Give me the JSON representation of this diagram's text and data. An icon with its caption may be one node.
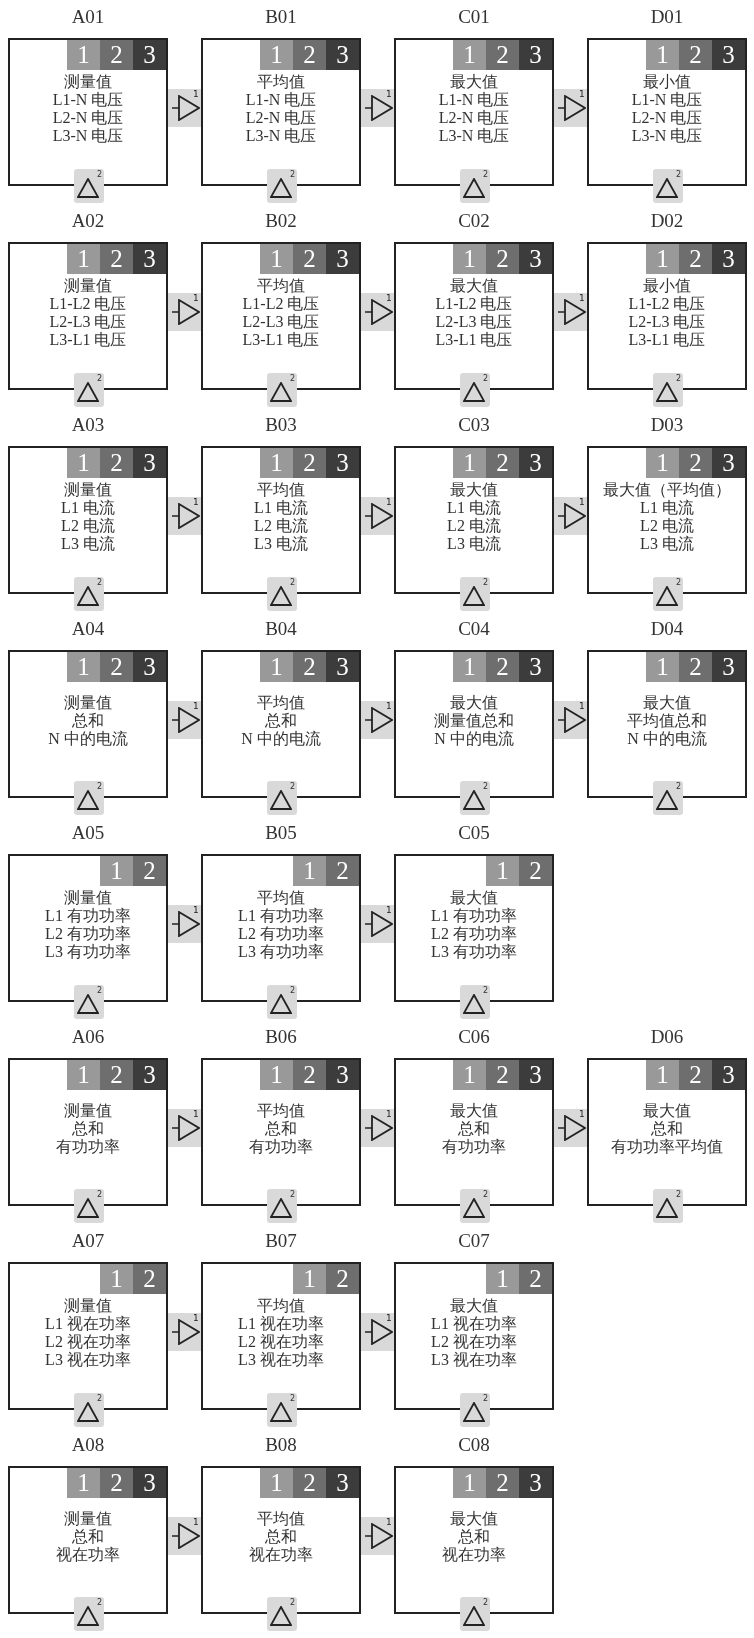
{
  "diagram": {
    "nodes": [
      {
        "text": [
          "测量值",
          "L1-N 电压",
          "L2-N 电压",
          "L3-N 电压"
        ],
        "beside": [
          "A01"
        ]
      },
      {
        "text": [
          "1"
        ],
        "in": 0
      },
      {
        "text": [
          "2"
        ],
        "in": 0
      },
      {
        "text": [
          "3"
        ],
        "in": 0
      },
      {
        "text": [
          "2"
        ]
      },
      {
        "text": [
          "平均值",
          "L1-N 电压",
          "L2-N 电压",
          "L3-N 电压"
        ],
        "beside": [
          "B01"
        ]
      },
      {
        "text": [
          "1"
        ],
        "in": 5
      },
      {
        "text": [
          "2"
        ],
        "in": 5
      },
      {
        "text": [
          "3"
        ],
        "in": 5
      },
      {
        "text": [
          "2"
        ]
      },
      {
        "text": [
          "最大值",
          "L1-N 电压",
          "L2-N 电压",
          "L3-N 电压"
        ],
        "beside": [
          "C01"
        ]
      },
      {
        "text": [
          "1"
        ],
        "in": 10
      },
      {
        "text": [
          "2"
        ],
        "in": 10
      },
      {
        "text": [
          "3"
        ],
        "in": 10
      },
      {
        "text": [
          "2"
        ]
      },
      {
        "text": [
          "最小值",
          "L1-N 电压",
          "L2-N 电压",
          "L3-N 电压"
        ],
        "beside": [
          "D01"
        ]
      },
      {
        "text": [
          "1"
        ],
        "in": 15
      },
      {
        "text": [
          "2"
        ],
        "in": 15
      },
      {
        "text": [
          "3"
        ],
        "in": 15
      },
      {
        "text": [
          "2"
        ]
      },
      {
        "text": [
          "测量值",
          "L1-L2 电压",
          "L2-L3 电压",
          "L3-L1 电压"
        ],
        "beside": [
          "A02"
        ]
      },
      {
        "text": [
          "1"
        ],
        "in": 20
      },
      {
        "text": [
          "2"
        ],
        "in": 20
      },
      {
        "text": [
          "3"
        ],
        "in": 20
      },
      {
        "text": [
          "2"
        ]
      },
      {
        "text": [
          "平均值",
          "L1-L2 电压",
          "L2-L3 电压",
          "L3-L1 电压"
        ],
        "beside": [
          "B02"
        ]
      },
      {
        "text": [
          "1"
        ],
        "in": 25
      },
      {
        "text": [
          "2"
        ],
        "in": 25
      },
      {
        "text": [
          "3"
        ],
        "in": 25
      },
      {
        "text": [
          "2"
        ]
      },
      {
        "text": [
          "最大值",
          "L1-L2 电压",
          "L2-L3 电压",
          "L3-L1 电压"
        ],
        "beside": [
          "C02"
        ]
      },
      {
        "text": [
          "1"
        ],
        "in": 30
      },
      {
        "text": [
          "2"
        ],
        "in": 30
      },
      {
        "text": [
          "3"
        ],
        "in": 30
      },
      {
        "text": [
          "2"
        ]
      },
      {
        "text": [
          "最小值",
          "L1-L2 电压",
          "L2-L3 电压",
          "L3-L1 电压"
        ],
        "beside": [
          "D02"
        ]
      },
      {
        "text": [
          "1"
        ],
        "in": 35
      },
      {
        "text": [
          "2"
        ],
        "in": 35
      },
      {
        "text": [
          "3"
        ],
        "in": 35
      },
      {
        "text": [
          "2"
        ]
      },
      {
        "text": [
          "测量值",
          "L1 电流",
          "L2 电流",
          "L3 电流"
        ],
        "beside": [
          "A03"
        ]
      },
      {
        "text": [
          "1"
        ],
        "in": 40
      },
      {
        "text": [
          "2"
        ],
        "in": 40
      },
      {
        "text": [
          "3"
        ],
        "in": 40
      },
      {
        "text": [
          "2"
        ]
      },
      {
        "text": [
          "平均值",
          "L1 电流",
          "L2 电流",
          "L3 电流"
        ],
        "beside": [
          "B03"
        ]
      },
      {
        "text": [
          "1"
        ],
        "in": 45
      },
      {
        "text": [
          "2"
        ],
        "in": 45
      },
      {
        "text": [
          "3"
        ],
        "in": 45
      },
      {
        "text": [
          "2"
        ]
      },
      {
        "text": [
          "最大值",
          "L1 电流",
          "L2 电流",
          "L3 电流"
        ],
        "beside": [
          "C03"
        ]
      },
      {
        "text": [
          "1"
        ],
        "in": 50
      },
      {
        "text": [
          "2"
        ],
        "in": 50
      },
      {
        "text": [
          "3"
        ],
        "in": 50
      },
      {
        "text": [
          "2"
        ]
      },
      {
        "text": [
          "最大值（平均值）",
          "L1 电流",
          "L2 电流",
          "L3 电流"
        ],
        "beside": [
          "D03"
        ]
      },
      {
        "text": [
          "1"
        ],
        "in": 55
      },
      {
        "text": [
          "2"
        ],
        "in": 55
      },
      {
        "text": [
          "3"
        ],
        "in": 55
      },
      {
        "text": [
          "2"
        ]
      },
      {
        "text": [
          "测量值",
          "总和",
          "N 中的电流"
        ],
        "beside": [
          "A04"
        ]
      },
      {
        "text": [
          "1"
        ],
        "in": 60
      },
      {
        "text": [
          "2"
        ],
        "in": 60
      },
      {
        "text": [
          "3"
        ],
        "in": 60
      },
      {
        "text": [
          "2"
        ]
      },
      {
        "text": [
          "平均值",
          "总和",
          "N 中的电流"
        ],
        "beside": [
          "B04"
        ]
      },
      {
        "text": [
          "1"
        ],
        "in": 65
      },
      {
        "text": [
          "2"
        ],
        "in": 65
      },
      {
        "text": [
          "3"
        ],
        "in": 65
      },
      {
        "text": [
          "2"
        ]
      },
      {
        "text": [
          "最大值",
          "测量值总和",
          "N 中的电流"
        ],
        "beside": [
          "C04"
        ]
      },
      {
        "text": [
          "1"
        ],
        "in": 70
      },
      {
        "text": [
          "2"
        ],
        "in": 70
      },
      {
        "text": [
          "3"
        ],
        "in": 70
      },
      {
        "text": [
          "2"
        ]
      },
      {
        "text": [
          "最大值",
          "平均值总和",
          "N 中的电流"
        ],
        "beside": [
          "D04"
        ]
      },
      {
        "text": [
          "1"
        ],
        "in": 75
      },
      {
        "text": [
          "2"
        ],
        "in": 75
      },
      {
        "text": [
          "3"
        ],
        "in": 75
      },
      {
        "text": [
          "2"
        ]
      },
      {
        "text": [
          "测量值",
          "L1 有功功率",
          "L2 有功功率",
          "L3 有功功率"
        ],
        "beside": [
          "A05"
        ]
      },
      {
        "text": [
          "1"
        ],
        "in": 80
      },
      {
        "text": [
          "2"
        ],
        "in": 80
      },
      {
        "text": [
          "2"
        ]
      },
      {
        "text": [
          "平均值",
          "L1 有功功率",
          "L2 有功功率",
          "L3 有功功率"
        ],
        "beside": [
          "B05"
        ]
      },
      {
        "text": [
          "1"
        ],
        "in": 84
      },
      {
        "text": [
          "2"
        ],
        "in": 84
      },
      {
        "text": [
          "2"
        ]
      },
      {
        "text": [
          "最大值",
          "L1 有功功率",
          "L2 有功功率",
          "L3 有功功率"
        ],
        "beside": [
          "C05"
        ]
      },
      {
        "text": [
          "1"
        ],
        "in": 88
      },
      {
        "text": [
          "2"
        ],
        "in": 88
      },
      {
        "text": [
          "2"
        ]
      },
      {
        "text": [
          "测量值",
          "总和",
          "有功功率"
        ],
        "beside": [
          "A06"
        ]
      },
      {
        "text": [
          "1"
        ],
        "in": 92
      },
      {
        "text": [
          "2"
        ],
        "in": 92
      },
      {
        "text": [
          "3"
        ],
        "in": 92
      },
      {
        "text": [
          "2"
        ]
      },
      {
        "text": [
          "平均值",
          "总和",
          "有功功率"
        ],
        "beside": [
          "B06"
        ]
      },
      {
        "text": [
          "1"
        ],
        "in": 97
      },
      {
        "text": [
          "2"
        ],
        "in": 97
      },
      {
        "text": [
          "3"
        ],
        "in": 97
      },
      {
        "text": [
          "2"
        ]
      },
      {
        "text": [
          "最大值",
          "总和",
          "有功功率"
        ],
        "beside": [
          "C06"
        ]
      },
      {
        "text": [
          "1"
        ],
        "in": 102
      },
      {
        "text": [
          "2"
        ],
        "in": 102
      },
      {
        "text": [
          "3"
        ],
        "in": 102
      },
      {
        "text": [
          "2"
        ]
      },
      {
        "text": [
          "最大值",
          "总和",
          "有功功率平均值"
        ],
        "beside": [
          "D06"
        ]
      },
      {
        "text": [
          "1"
        ],
        "in": 107
      },
      {
        "text": [
          "2"
        ],
        "in": 107
      },
      {
        "text": [
          "3"
        ],
        "in": 107
      },
      {
        "text": [
          "2"
        ]
      },
      {
        "text": [
          "测量值",
          "L1 视在功率",
          "L2 视在功率",
          "L3 视在功率"
        ],
        "beside": [
          "A07"
        ]
      },
      {
        "text": [
          "1"
        ],
        "in": 112
      },
      {
        "text": [
          "2"
        ],
        "in": 112
      },
      {
        "text": [
          "2"
        ]
      },
      {
        "text": [
          "平均值",
          "L1 视在功率",
          "L2 视在功率",
          "L3 视在功率"
        ],
        "beside": [
          "B07"
        ]
      },
      {
        "text": [
          "1"
        ],
        "in": 116
      },
      {
        "text": [
          "2"
        ],
        "in": 116
      },
      {
        "text": [
          "2"
        ]
      },
      {
        "text": [
          "最大值",
          "L1 视在功率",
          "L2 视在功率",
          "L3 视在功率"
        ],
        "beside": [
          "C07"
        ]
      },
      {
        "text": [
          "1"
        ],
        "in": 120
      },
      {
        "text": [
          "2"
        ],
        "in": 120
      },
      {
        "text": [
          "2"
        ]
      },
      {
        "text": [
          "测量值",
          "总和",
          "视在功率"
        ],
        "beside": [
          "A08"
        ]
      },
      {
        "text": [
          "1"
        ],
        "in": 124
      },
      {
        "text": [
          "2"
        ],
        "in": 124
      },
      {
        "text": [
          "3"
        ],
        "in": 124
      },
      {
        "text": [
          "2"
        ]
      },
      {
        "text": [
          "平均值",
          "总和",
          "视在功率"
        ],
        "beside": [
          "B08"
        ]
      },
      {
        "text": [
          "1"
        ],
        "in": 129
      },
      {
        "text": [
          "2"
        ],
        "in": 129
      },
      {
        "text": [
          "3"
        ],
        "in": 129
      },
      {
        "text": [
          "2"
        ]
      },
      {
        "text": [
          "最大值",
          "总和",
          "视在功率"
        ],
        "beside": [
          "C08"
        ]
      },
      {
        "text": [
          "1"
        ],
        "in": 134
      },
      {
        "text": [
          "2"
        ],
        "in": 134
      },
      {
        "text": [
          "3"
        ],
        "in": 134
      },
      {
        "text": [
          "2"
        ]
      }
    ],
    "edges": [
      {
        "from": 0,
        "to": 5,
        "arrow": "to",
        "label": "1"
      },
      {
        "from": 5,
        "to": 10,
        "arrow": "to",
        "label": "1"
      },
      {
        "from": 10,
        "to": 15,
        "arrow": "to",
        "label": "1"
      },
      {
        "from": 20,
        "to": 25,
        "arrow": "to",
        "label": "1"
      },
      {
        "from": 25,
        "to": 30,
        "arrow": "to",
        "label": "1"
      },
      {
        "from": 30,
        "to": 35,
        "arrow": "to",
        "label": "1"
      },
      {
        "from": 40,
        "to": 45,
        "arrow": "to",
        "label": "1"
      },
      {
        "from": 45,
        "to": 50,
        "arrow": "to",
        "label": "1"
      },
      {
        "from": 50,
        "to": 55,
        "arrow": "to",
        "label": "1"
      },
      {
        "from": 60,
        "to": 65,
        "arrow": "to",
        "label": "1"
      },
      {
        "from": 65,
        "to": 70,
        "arrow": "to",
        "label": "1"
      },
      {
        "from": 70,
        "to": 75,
        "arrow": "to",
        "label": "1"
      },
      {
        "from": 80,
        "to": 84,
        "arrow": "to",
        "label": "1"
      },
      {
        "from": 84,
        "to": 88,
        "arrow": "to",
        "label": "1"
      },
      {
        "from": 92,
        "to": 97,
        "arrow": "to",
        "label": "1"
      },
      {
        "from": 97,
        "to": 102,
        "arrow": "to",
        "label": "1"
      },
      {
        "from": 102,
        "to": 107,
        "arrow": "to",
        "label": "1"
      },
      {
        "from": 112,
        "to": 116,
        "arrow": "to",
        "label": "1"
      },
      {
        "from": 116,
        "to": 120,
        "arrow": "to",
        "label": "1"
      },
      {
        "from": 124,
        "to": 129,
        "arrow": "to",
        "label": "1"
      },
      {
        "from": 129,
        "to": 134,
        "arrow": "to",
        "label": "1"
      }
    ]
  }
}
